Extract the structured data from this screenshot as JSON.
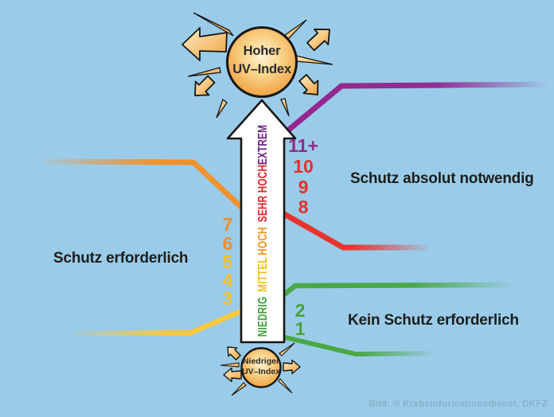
{
  "colors": {
    "background": "#9acce9",
    "purple_line": "#93278f",
    "red_line": "#e8342c",
    "orange_line": "#f0922d",
    "yellow_line": "#fac93d",
    "green_line": "#4ba845",
    "advice_text": "#1d1d1b",
    "credit_text": "#8cb0c9",
    "sun_fill_edge": "#ee9c3a",
    "sun_fill_center": "#fdf2d2"
  },
  "top_sun": {
    "line1": "Hoher",
    "line2": "UV–Index"
  },
  "bottom_sun": {
    "line1": "Niedriger",
    "line2": "UV–Index"
  },
  "scale": {
    "labels": [
      {
        "text": "EXTREM",
        "color": "#6e2585"
      },
      {
        "text": "SEHR HOCH",
        "color": "#e2262d"
      },
      {
        "text": "HOCH",
        "color": "#f0941f"
      },
      {
        "text": "MITTEL",
        "color": "#f2bf1e"
      },
      {
        "text": "NIEDRIG",
        "color": "#42a03f"
      }
    ],
    "numbers_upper_right": [
      {
        "text": "11+",
        "color": "#8c2e88"
      },
      {
        "text": "10",
        "color": "#e2312a"
      },
      {
        "text": "9",
        "color": "#e2312a"
      },
      {
        "text": "8",
        "color": "#e2312a"
      }
    ],
    "numbers_left": [
      {
        "text": "7",
        "color": "#ef8f2d"
      },
      {
        "text": "6",
        "color": "#ef8f2d"
      },
      {
        "text": "5",
        "color": "#f5bf2e"
      },
      {
        "text": "4",
        "color": "#f5bf2e"
      },
      {
        "text": "3",
        "color": "#f5bf2e"
      }
    ],
    "numbers_lower_right": [
      {
        "text": "2",
        "color": "#4aa03f"
      },
      {
        "text": "1",
        "color": "#4aa03f"
      }
    ]
  },
  "advice": {
    "top_right": "Schutz absolut notwendig",
    "left": "Schutz erforderlich",
    "bottom_right": "Kein Schutz erforderlich"
  },
  "credit": "Bild: © Krebsinformationsdienst, DKFZ"
}
